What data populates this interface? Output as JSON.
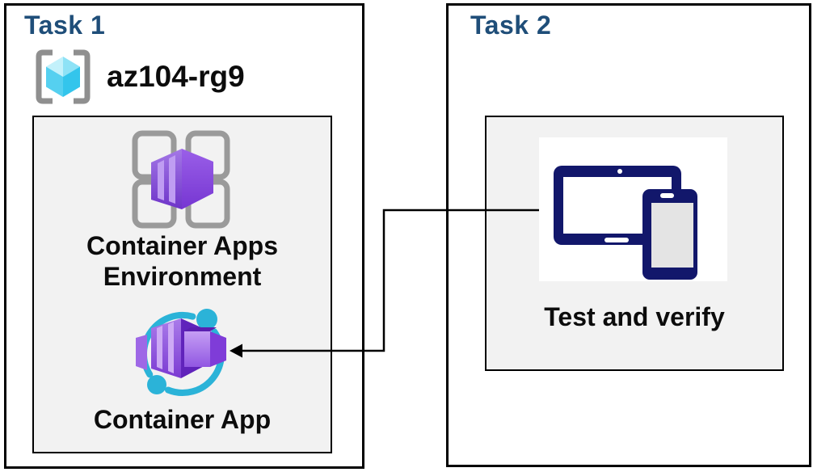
{
  "task1": {
    "title": "Task 1",
    "resource_group_name": "az104-rg9",
    "environment_label": "Container Apps Environment",
    "app_label": "Container App"
  },
  "task2": {
    "title": "Task 2",
    "verify_label": "Test and verify"
  },
  "icons": {
    "resource_group": "resource-group-icon",
    "environment": "container-apps-environment-icon",
    "app": "container-app-icon",
    "devices": "devices-icon"
  },
  "connector": {
    "from": "test-and-verify",
    "to": "container-app",
    "direction": "left"
  },
  "colors": {
    "title_blue": "#1f4e79",
    "label_black": "#0c0c0c",
    "panel_fill": "#f2f2f2",
    "border_black": "#000000",
    "bracket_gray": "#8f8f8f",
    "grid_gray": "#9a9a9a",
    "cube_cyan_light": "#c3f1fb",
    "cube_cyan_mid": "#55d0f0",
    "cube_cyan_dark": "#33c5ec",
    "ring_cyan": "#2bb3d8",
    "purple_light": "#bf9df2",
    "purple_mid": "#8a4fe0",
    "purple_dark": "#6023bb",
    "device_navy": "#12176b",
    "device_screen_gray": "#e4e4e4"
  }
}
